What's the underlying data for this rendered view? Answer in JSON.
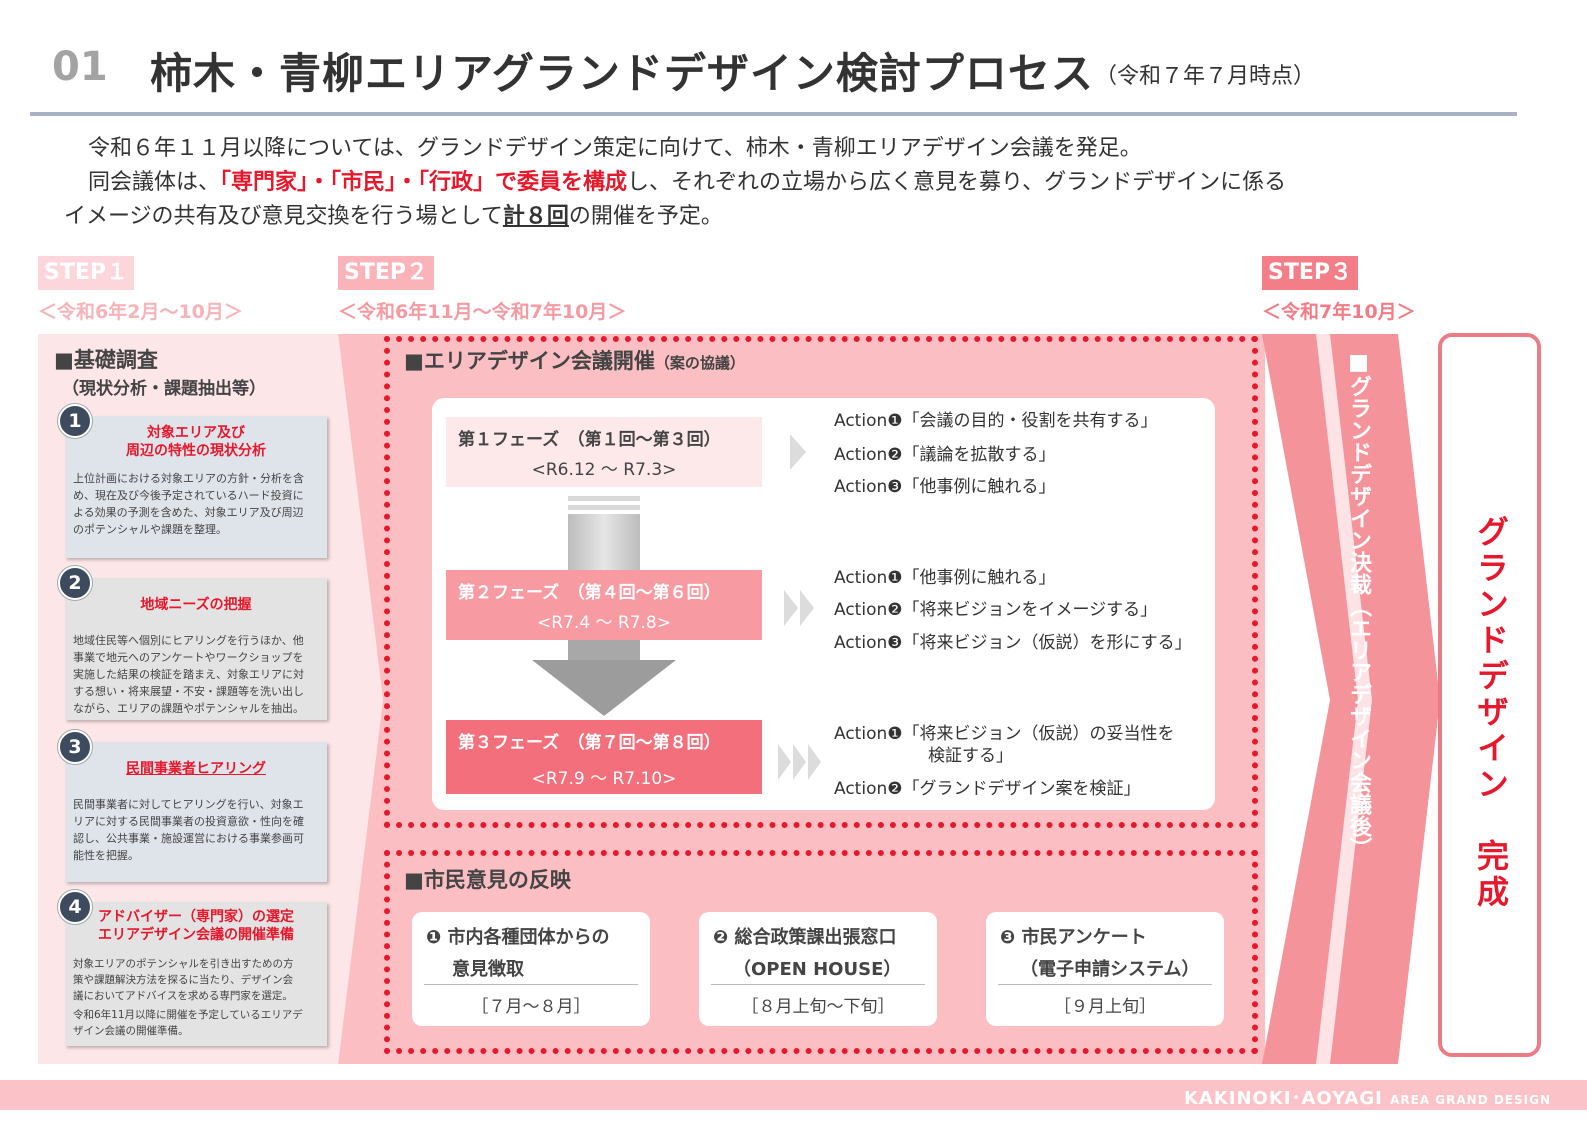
{
  "title": {
    "number": "01",
    "main": "柿木・青柳エリアグランドデザイン検討プロセス",
    "date_note": "（令和７年７月時点）"
  },
  "intro": {
    "line1": "令和６年１１月以降については、グランドデザイン策定に向けて、柿木・青柳エリアデザイン会議を発足。",
    "line2_prefix": "同会議体は、",
    "line2_highlight": "「専門家」・「市民」・「行政」で委員を構成",
    "line2_suffix": "し、それぞれの立場から広く意見を募り、グランドデザインに係る",
    "line3_prefix": "イメージの共有及び意見交換を行う場として",
    "line3_highlight": "計８回",
    "line3_suffix": "の開催を予定。"
  },
  "steps": [
    {
      "label": "STEP１",
      "period": "＜令和6年2月～10月＞"
    },
    {
      "label": "STEP２",
      "period": "＜令和6年11月～令和7年10月＞"
    },
    {
      "label": "STEP３",
      "period": "＜令和7年10月＞"
    }
  ],
  "step1": {
    "heading": "■基礎調査",
    "subheading": "（現状分析・課題抽出等）",
    "cards": [
      {
        "num": "1",
        "title": "対象エリア及び\n周辺の特性の現状分析",
        "body": [
          "上位計画における対象エリアの方針・分析を含",
          "め、現在及び今後予定されているハード投資に",
          "よる効果の予測を含めた、対象エリア及び周辺",
          "のポテンシャルや課題を整理。"
        ]
      },
      {
        "num": "2",
        "title": "地域ニーズの把握",
        "body": [
          "地域住民等へ個別にヒアリングを行うほか、他",
          "事業で地元へのアンケートやワークショップを",
          "実施した結果の検証を踏まえ、対象エリアに対",
          "する想い・将来展望・不安・課題等を洗い出し",
          "ながら、エリアの課題やポテンシャルを抽出。"
        ]
      },
      {
        "num": "3",
        "title": "民間事業者ヒアリング",
        "body": [
          "民間事業者に対してヒアリングを行い、対象エ",
          "リアに対する民間事業者の投資意欲・性向を確",
          "認し、公共事業・施設運営における事業参画可",
          "能性を把握。"
        ]
      },
      {
        "num": "4",
        "title": "アドバイザー（専門家）の選定\nエリアデザイン会議の開催準備",
        "body": [
          "対象エリアのポテンシャルを引き出すための方",
          "策や課題解決方法を探るに当たり、デザイン会",
          "議においてアドバイスを求める専門家を選定。",
          "令和6年11月以降に開催を予定しているエリアデ",
          "ザイン会議の開催準備。"
        ]
      }
    ]
  },
  "step2": {
    "meeting_title": "■エリアデザイン会議開催",
    "meeting_note": "（案の協議）",
    "phases": [
      {
        "title": "第１フェーズ　（第１回～第３回）",
        "period": "<R6.12 ～ R7.3>",
        "actions": [
          "Action❶「会議の目的・役割を共有する」",
          "Action❷「議論を拡散する」",
          "Action❸「他事例に触れる」"
        ]
      },
      {
        "title": "第２フェーズ　（第４回～第６回）",
        "period": "<R7.4 ～ R7.8>",
        "actions": [
          "Action❶「他事例に触れる」",
          "Action❷「将来ビジョンをイメージする」",
          "Action❸「将来ビジョン（仮説）を形にする」"
        ]
      },
      {
        "title": "第３フェーズ　（第７回～第８回）",
        "period": "<R7.9 ～ R7.10>",
        "actions": [
          "Action❶「将来ビジョン（仮説）の妥当性を",
          "検証する」",
          "Action❷「グランドデザイン案を検証」"
        ]
      }
    ],
    "opinion_title": "■市民意見の反映",
    "opinions": [
      {
        "line1": "❶ 市内各種団体からの",
        "line2": "意見徴取",
        "period": "［７月～８月］"
      },
      {
        "line1": "❷ 総合政策課出張窓口",
        "line2": "（OPEN HOUSE）",
        "period": "［８月上旬～下旬］"
      },
      {
        "line1": "❸ 市民アンケート",
        "line2": "（電子申請システム）",
        "period": "［９月上旬］"
      }
    ]
  },
  "step3": {
    "text": "■グランドデザイン決裁（エリアデザイン会議後）"
  },
  "final": {
    "text": "グランドデザイン　完成"
  },
  "footer": {
    "main": "KAKINOKI･AOYAGI",
    "sub": "AREA GRAND DESIGN"
  },
  "colors": {
    "accent_red": "#e5182c",
    "pink_light": "#fde6e8",
    "pink_mid": "#fbb8bd",
    "pink_dark": "#f5919a",
    "navy": "#3e4a5d"
  }
}
